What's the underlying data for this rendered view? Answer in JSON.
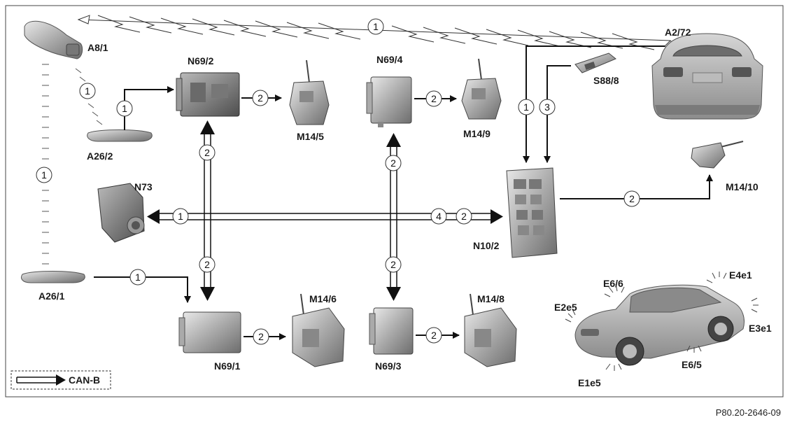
{
  "labels": {
    "a8_1": "A8/1",
    "a2_72": "A2/72",
    "n69_2": "N69/2",
    "m14_5": "M14/5",
    "n69_4": "N69/4",
    "m14_9": "M14/9",
    "s88_8": "S88/8",
    "a26_2": "A26/2",
    "n73": "N73",
    "n10_2": "N10/2",
    "m14_10": "M14/10",
    "a26_1": "A26/1",
    "n69_1": "N69/1",
    "m14_6": "M14/6",
    "n69_3": "N69/3",
    "m14_8": "M14/8",
    "e6_6": "E6/6",
    "e4e1": "E4e1",
    "e2e5": "E2e5",
    "e3e1": "E3e1",
    "e6_5": "E6/5",
    "e1e5": "E1e5"
  },
  "signals": {
    "one": "1",
    "two": "2",
    "three": "3",
    "four": "4"
  },
  "legend": {
    "label": "CAN-B"
  },
  "figure_code": "P80.20-2646-09"
}
